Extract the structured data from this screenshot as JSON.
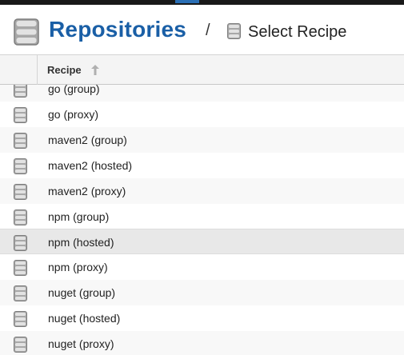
{
  "header": {
    "title": "Repositories",
    "separator": "/",
    "subtitle": "Select Recipe",
    "icon": "database-icon"
  },
  "grid": {
    "column_title": "Recipe",
    "sort_icon": "sort-ascending-arrow-icon",
    "row_icon": "database-icon",
    "rows": [
      {
        "label": "go (group)"
      },
      {
        "label": "go (proxy)"
      },
      {
        "label": "maven2 (group)"
      },
      {
        "label": "maven2 (hosted)"
      },
      {
        "label": "maven2 (proxy)"
      },
      {
        "label": "npm (group)"
      },
      {
        "label": "npm (hosted)",
        "selected": true
      },
      {
        "label": "npm (proxy)"
      },
      {
        "label": "nuget (group)"
      },
      {
        "label": "nuget (hosted)"
      },
      {
        "label": "nuget (proxy)"
      }
    ]
  },
  "colors": {
    "title": "#1a5fa6",
    "accent": "#2a6fb5",
    "topbar": "#191919",
    "selected_row": "#e8e8e8"
  }
}
